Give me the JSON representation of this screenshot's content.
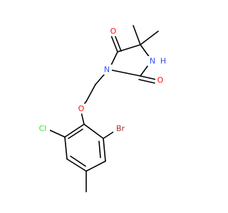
{
  "colors": {
    "background": "#ffffff",
    "carbon": "#000000",
    "oxygen": "#ff0d0d",
    "nitrogen": "#3050f8",
    "chlorine": "#1ff01f",
    "bromine": "#a62929"
  },
  "atoms": {
    "o_top": {
      "label": "O",
      "element": "oxygen"
    },
    "o_right": {
      "label": "O",
      "element": "oxygen"
    },
    "o_ether": {
      "label": "O",
      "element": "oxygen"
    },
    "n_ring": {
      "label": "N",
      "element": "nitrogen"
    },
    "nh": {
      "label": "N",
      "element": "nitrogen"
    },
    "h_on_n": {
      "label": "H",
      "element": "nitrogen"
    },
    "cl": {
      "label": "Cl",
      "element": "chlorine"
    },
    "br": {
      "label": "Br",
      "element": "bromine"
    }
  }
}
